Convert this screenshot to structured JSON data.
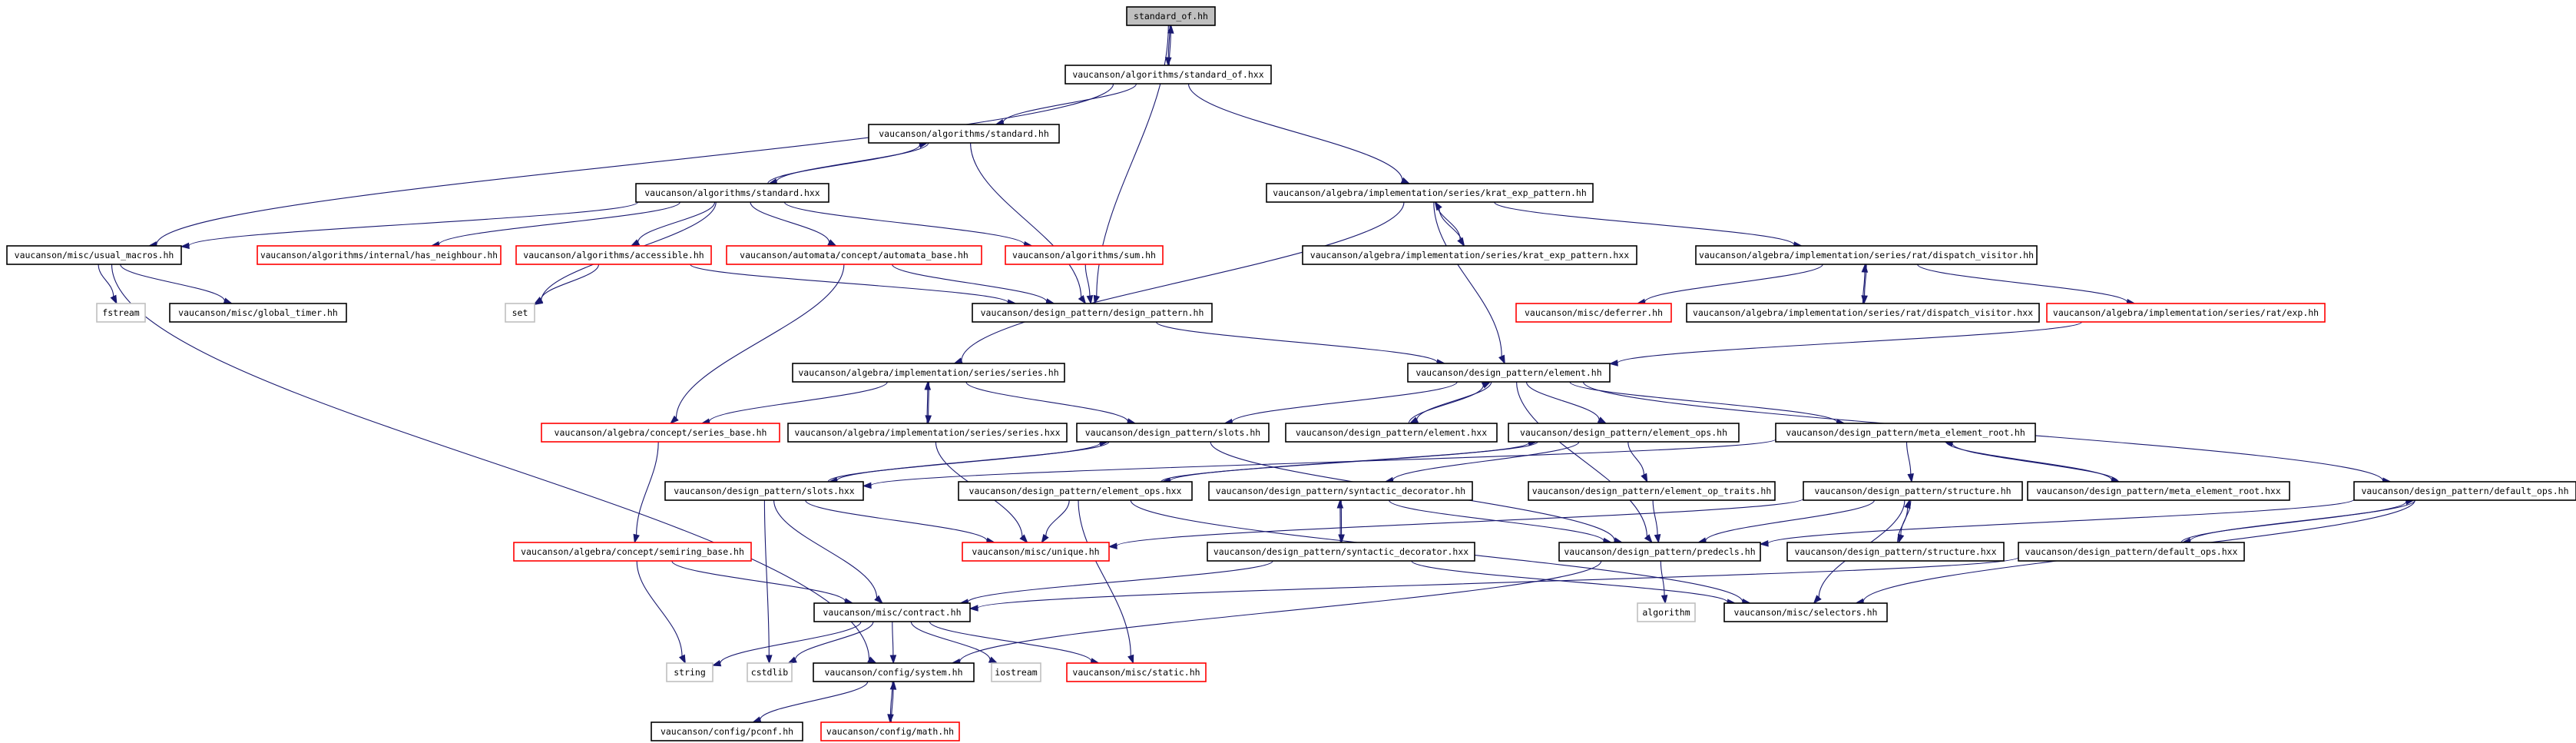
{
  "graph": {
    "colors": {
      "normal_border": "#000000",
      "missing_border": "#ff0000",
      "external_border": "#bfbfbf",
      "root_fill": "#bfbfbf",
      "edge": "#191970"
    },
    "nodes": [
      {
        "id": "standard_of_hh",
        "label": "standard_of.hh",
        "kind": "root"
      },
      {
        "id": "alg_standard_of_hxx",
        "label": "vaucanson/algorithms/standard_of.hxx",
        "kind": "normal"
      },
      {
        "id": "alg_standard_hh",
        "label": "vaucanson/algorithms/standard.hh",
        "kind": "normal"
      },
      {
        "id": "krat_exp_pattern_hh",
        "label": "vaucanson/algebra/implementation/series/krat_exp_pattern.hh",
        "kind": "normal"
      },
      {
        "id": "alg_standard_hxx",
        "label": "vaucanson/algorithms/standard.hxx",
        "kind": "normal"
      },
      {
        "id": "usual_macros_hh",
        "label": "vaucanson/misc/usual_macros.hh",
        "kind": "normal"
      },
      {
        "id": "has_neighbour_hh",
        "label": "vaucanson/algorithms/internal/has_neighbour.hh",
        "kind": "missing"
      },
      {
        "id": "accessible_hh",
        "label": "vaucanson/algorithms/accessible.hh",
        "kind": "missing"
      },
      {
        "id": "automata_base_hh",
        "label": "vaucanson/automata/concept/automata_base.hh",
        "kind": "missing"
      },
      {
        "id": "sum_hh",
        "label": "vaucanson/algorithms/sum.hh",
        "kind": "missing"
      },
      {
        "id": "krat_exp_pattern_hxx",
        "label": "vaucanson/algebra/implementation/series/krat_exp_pattern.hxx",
        "kind": "normal"
      },
      {
        "id": "dispatch_visitor_hh",
        "label": "vaucanson/algebra/implementation/series/rat/dispatch_visitor.hh",
        "kind": "normal"
      },
      {
        "id": "fstream",
        "label": "fstream",
        "kind": "external"
      },
      {
        "id": "global_timer_hh",
        "label": "vaucanson/misc/global_timer.hh",
        "kind": "normal"
      },
      {
        "id": "set",
        "label": "set",
        "kind": "external"
      },
      {
        "id": "design_pattern_hh",
        "label": "vaucanson/design_pattern/design_pattern.hh",
        "kind": "normal"
      },
      {
        "id": "deferrer_hh",
        "label": "vaucanson/misc/deferrer.hh",
        "kind": "missing"
      },
      {
        "id": "dispatch_visitor_hxx",
        "label": "vaucanson/algebra/implementation/series/rat/dispatch_visitor.hxx",
        "kind": "normal"
      },
      {
        "id": "rat_exp_hh",
        "label": "vaucanson/algebra/implementation/series/rat/exp.hh",
        "kind": "missing"
      },
      {
        "id": "series_hh",
        "label": "vaucanson/algebra/implementation/series/series.hh",
        "kind": "normal"
      },
      {
        "id": "element_hh",
        "label": "vaucanson/design_pattern/element.hh",
        "kind": "normal"
      },
      {
        "id": "series_base_hh",
        "label": "vaucanson/algebra/concept/series_base.hh",
        "kind": "missing"
      },
      {
        "id": "series_hxx",
        "label": "vaucanson/algebra/implementation/series/series.hxx",
        "kind": "normal"
      },
      {
        "id": "slots_hh",
        "label": "vaucanson/design_pattern/slots.hh",
        "kind": "normal"
      },
      {
        "id": "element_hxx",
        "label": "vaucanson/design_pattern/element.hxx",
        "kind": "normal"
      },
      {
        "id": "element_ops_hh",
        "label": "vaucanson/design_pattern/element_ops.hh",
        "kind": "normal"
      },
      {
        "id": "meta_element_root_hh",
        "label": "vaucanson/design_pattern/meta_element_root.hh",
        "kind": "normal"
      },
      {
        "id": "slots_hxx",
        "label": "vaucanson/design_pattern/slots.hxx",
        "kind": "normal"
      },
      {
        "id": "element_ops_hxx",
        "label": "vaucanson/design_pattern/element_ops.hxx",
        "kind": "normal"
      },
      {
        "id": "syntactic_decorator_hh",
        "label": "vaucanson/design_pattern/syntactic_decorator.hh",
        "kind": "normal"
      },
      {
        "id": "element_op_traits_hh",
        "label": "vaucanson/design_pattern/element_op_traits.hh",
        "kind": "normal"
      },
      {
        "id": "structure_hh",
        "label": "vaucanson/design_pattern/structure.hh",
        "kind": "normal"
      },
      {
        "id": "meta_element_root_hxx",
        "label": "vaucanson/design_pattern/meta_element_root.hxx",
        "kind": "normal"
      },
      {
        "id": "default_ops_hh",
        "label": "vaucanson/design_pattern/default_ops.hh",
        "kind": "normal"
      },
      {
        "id": "semiring_base_hh",
        "label": "vaucanson/algebra/concept/semiring_base.hh",
        "kind": "missing"
      },
      {
        "id": "unique_hh",
        "label": "vaucanson/misc/unique.hh",
        "kind": "missing"
      },
      {
        "id": "syntactic_decorator_hxx",
        "label": "vaucanson/design_pattern/syntactic_decorator.hxx",
        "kind": "normal"
      },
      {
        "id": "predecls_hh",
        "label": "vaucanson/design_pattern/predecls.hh",
        "kind": "normal"
      },
      {
        "id": "structure_hxx",
        "label": "vaucanson/design_pattern/structure.hxx",
        "kind": "normal"
      },
      {
        "id": "default_ops_hxx",
        "label": "vaucanson/design_pattern/default_ops.hxx",
        "kind": "normal"
      },
      {
        "id": "contract_hh",
        "label": "vaucanson/misc/contract.hh",
        "kind": "normal"
      },
      {
        "id": "algorithm",
        "label": "algorithm",
        "kind": "external"
      },
      {
        "id": "selectors_hh",
        "label": "vaucanson/misc/selectors.hh",
        "kind": "normal"
      },
      {
        "id": "string",
        "label": "string",
        "kind": "external"
      },
      {
        "id": "cstdlib",
        "label": "cstdlib",
        "kind": "external"
      },
      {
        "id": "system_hh",
        "label": "vaucanson/config/system.hh",
        "kind": "normal"
      },
      {
        "id": "iostream",
        "label": "iostream",
        "kind": "external"
      },
      {
        "id": "static_hh",
        "label": "vaucanson/misc/static.hh",
        "kind": "missing"
      },
      {
        "id": "pconf_hh",
        "label": "vaucanson/config/pconf.hh",
        "kind": "normal"
      },
      {
        "id": "math_hh",
        "label": "vaucanson/config/math.hh",
        "kind": "missing"
      }
    ],
    "edges": [
      [
        "standard_of_hh",
        "alg_standard_of_hxx"
      ],
      [
        "standard_of_hh",
        "design_pattern_hh"
      ],
      [
        "alg_standard_of_hxx",
        "standard_of_hh"
      ],
      [
        "alg_standard_of_hxx",
        "alg_standard_hh"
      ],
      [
        "alg_standard_of_hxx",
        "krat_exp_pattern_hh"
      ],
      [
        "alg_standard_of_hxx",
        "usual_macros_hh"
      ],
      [
        "alg_standard_hh",
        "alg_standard_hxx"
      ],
      [
        "alg_standard_hh",
        "design_pattern_hh"
      ],
      [
        "alg_standard_hxx",
        "alg_standard_hh"
      ],
      [
        "alg_standard_hxx",
        "usual_macros_hh"
      ],
      [
        "alg_standard_hxx",
        "has_neighbour_hh"
      ],
      [
        "alg_standard_hxx",
        "accessible_hh"
      ],
      [
        "alg_standard_hxx",
        "automata_base_hh"
      ],
      [
        "alg_standard_hxx",
        "sum_hh"
      ],
      [
        "alg_standard_hxx",
        "set"
      ],
      [
        "usual_macros_hh",
        "fstream"
      ],
      [
        "usual_macros_hh",
        "global_timer_hh"
      ],
      [
        "usual_macros_hh",
        "system_hh"
      ],
      [
        "accessible_hh",
        "set"
      ],
      [
        "accessible_hh",
        "design_pattern_hh"
      ],
      [
        "automata_base_hh",
        "design_pattern_hh"
      ],
      [
        "automata_base_hh",
        "series_base_hh"
      ],
      [
        "sum_hh",
        "design_pattern_hh"
      ],
      [
        "krat_exp_pattern_hh",
        "krat_exp_pattern_hxx"
      ],
      [
        "krat_exp_pattern_hh",
        "dispatch_visitor_hh"
      ],
      [
        "krat_exp_pattern_hh",
        "series_hh"
      ],
      [
        "krat_exp_pattern_hh",
        "element_hh"
      ],
      [
        "krat_exp_pattern_hxx",
        "krat_exp_pattern_hh"
      ],
      [
        "dispatch_visitor_hh",
        "deferrer_hh"
      ],
      [
        "dispatch_visitor_hh",
        "dispatch_visitor_hxx"
      ],
      [
        "dispatch_visitor_hh",
        "rat_exp_hh"
      ],
      [
        "dispatch_visitor_hxx",
        "dispatch_visitor_hh"
      ],
      [
        "rat_exp_hh",
        "element_hh"
      ],
      [
        "design_pattern_hh",
        "element_hh"
      ],
      [
        "series_hh",
        "series_base_hh"
      ],
      [
        "series_hh",
        "series_hxx"
      ],
      [
        "series_hh",
        "slots_hh"
      ],
      [
        "series_hxx",
        "series_hh"
      ],
      [
        "series_hxx",
        "unique_hh"
      ],
      [
        "series_base_hh",
        "semiring_base_hh"
      ],
      [
        "element_hh",
        "slots_hh"
      ],
      [
        "element_hh",
        "element_hxx"
      ],
      [
        "element_hh",
        "element_ops_hh"
      ],
      [
        "element_hh",
        "meta_element_root_hh"
      ],
      [
        "element_hh",
        "default_ops_hh"
      ],
      [
        "element_hh",
        "predecls_hh"
      ],
      [
        "element_hxx",
        "element_hh"
      ],
      [
        "slots_hh",
        "slots_hxx"
      ],
      [
        "slots_hh",
        "predecls_hh"
      ],
      [
        "slots_hxx",
        "slots_hh"
      ],
      [
        "slots_hxx",
        "unique_hh"
      ],
      [
        "slots_hxx",
        "contract_hh"
      ],
      [
        "slots_hxx",
        "cstdlib"
      ],
      [
        "element_ops_hh",
        "element_ops_hxx"
      ],
      [
        "element_ops_hh",
        "syntactic_decorator_hh"
      ],
      [
        "element_ops_hh",
        "element_op_traits_hh"
      ],
      [
        "element_ops_hxx",
        "element_ops_hh"
      ],
      [
        "element_ops_hxx",
        "unique_hh"
      ],
      [
        "element_ops_hxx",
        "static_hh"
      ],
      [
        "element_ops_hxx",
        "selectors_hh"
      ],
      [
        "syntactic_decorator_hh",
        "syntactic_decorator_hxx"
      ],
      [
        "syntactic_decorator_hh",
        "predecls_hh"
      ],
      [
        "syntactic_decorator_hxx",
        "syntactic_decorator_hh"
      ],
      [
        "syntactic_decorator_hxx",
        "contract_hh"
      ],
      [
        "syntactic_decorator_hxx",
        "selectors_hh"
      ],
      [
        "element_op_traits_hh",
        "predecls_hh"
      ],
      [
        "meta_element_root_hh",
        "meta_element_root_hxx"
      ],
      [
        "meta_element_root_hh",
        "structure_hh"
      ],
      [
        "meta_element_root_hh",
        "slots_hxx"
      ],
      [
        "meta_element_root_hxx",
        "meta_element_root_hh"
      ],
      [
        "structure_hh",
        "structure_hxx"
      ],
      [
        "structure_hh",
        "predecls_hh"
      ],
      [
        "structure_hh",
        "unique_hh"
      ],
      [
        "structure_hh",
        "selectors_hh"
      ],
      [
        "structure_hxx",
        "structure_hh"
      ],
      [
        "default_ops_hh",
        "default_ops_hxx"
      ],
      [
        "default_ops_hh",
        "predecls_hh"
      ],
      [
        "default_ops_hh",
        "selectors_hh"
      ],
      [
        "default_ops_hxx",
        "default_ops_hh"
      ],
      [
        "default_ops_hxx",
        "contract_hh"
      ],
      [
        "semiring_base_hh",
        "contract_hh"
      ],
      [
        "semiring_base_hh",
        "string"
      ],
      [
        "predecls_hh",
        "system_hh"
      ],
      [
        "predecls_hh",
        "algorithm"
      ],
      [
        "contract_hh",
        "string"
      ],
      [
        "contract_hh",
        "cstdlib"
      ],
      [
        "contract_hh",
        "system_hh"
      ],
      [
        "contract_hh",
        "iostream"
      ],
      [
        "contract_hh",
        "static_hh"
      ],
      [
        "system_hh",
        "pconf_hh"
      ],
      [
        "system_hh",
        "math_hh"
      ],
      [
        "math_hh",
        "system_hh"
      ]
    ]
  }
}
